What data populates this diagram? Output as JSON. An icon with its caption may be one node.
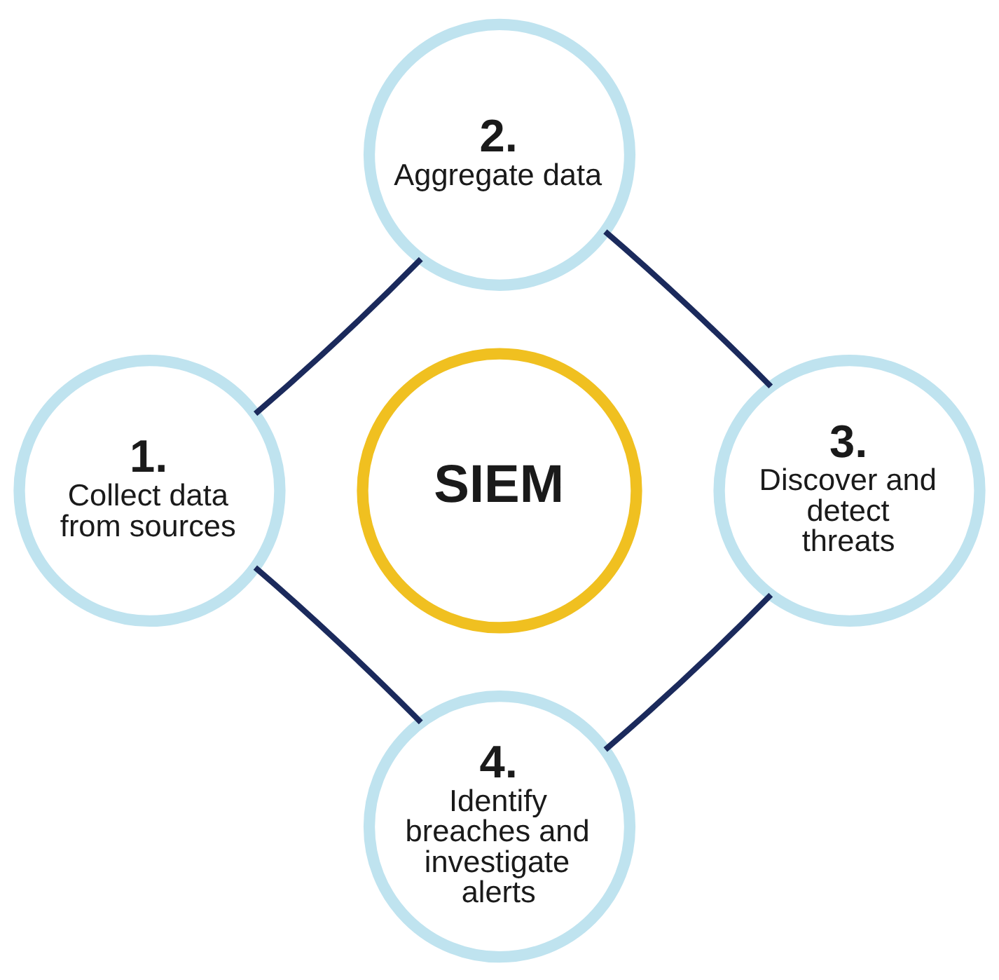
{
  "diagram": {
    "nodes": [
      {
        "text": [
          "1.",
          "Collect data from sources"
        ]
      },
      {
        "text": [
          "2.",
          "Aggregate data"
        ]
      },
      {
        "text": [
          "3.",
          "Discover and detect threats"
        ]
      },
      {
        "text": [
          "4.",
          "Identify breaches and investigate alerts"
        ]
      },
      {
        "text": [
          "SIEM"
        ]
      }
    ],
    "edges": [
      {
        "from": 0,
        "to": 1,
        "arrow": "none"
      },
      {
        "from": 1,
        "to": 2,
        "arrow": "none"
      },
      {
        "from": 2,
        "to": 3,
        "arrow": "none"
      },
      {
        "from": 3,
        "to": 0,
        "arrow": "none"
      }
    ]
  }
}
